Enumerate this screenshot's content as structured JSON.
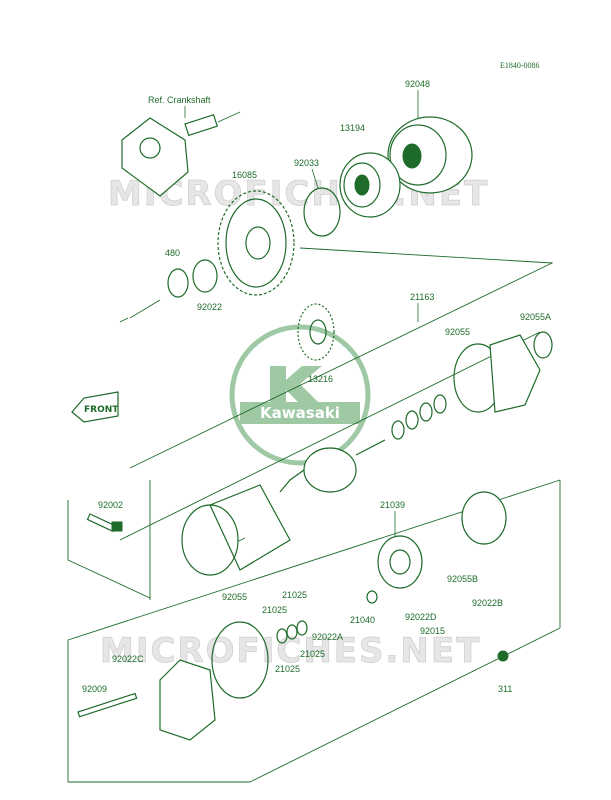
{
  "diagram_code": "E1840-0086",
  "watermark_text": "MICROFICHES.NET",
  "logo_text": "Kawasaki",
  "front_label": "FRONT",
  "reference_label": "Ref. Crankshaft",
  "parts": {
    "p92048": "92048",
    "p13194": "13194",
    "p92033": "92033",
    "p16085": "16085",
    "p480": "480",
    "p92022": "92022",
    "p21163": "21163",
    "p92055A": "92055A",
    "p92055_top": "92055",
    "p13216": "13216",
    "p92002": "92002",
    "p21039": "21039",
    "p92055B": "92055B",
    "p92022D": "92022D",
    "p92022B": "92022B",
    "p21040": "21040",
    "p92015": "92015",
    "p311": "311",
    "p92055_bot": "92055",
    "p21025_a": "21025",
    "p21025_b": "21025",
    "p21025_c": "21025",
    "p21025_d": "21025",
    "p92022A": "92022A",
    "p92022C": "92022C",
    "p92009": "92009"
  },
  "colors": {
    "line": "#1e6b2a",
    "watermark": "#e6e6e6",
    "logo": "#9fc9a5"
  }
}
